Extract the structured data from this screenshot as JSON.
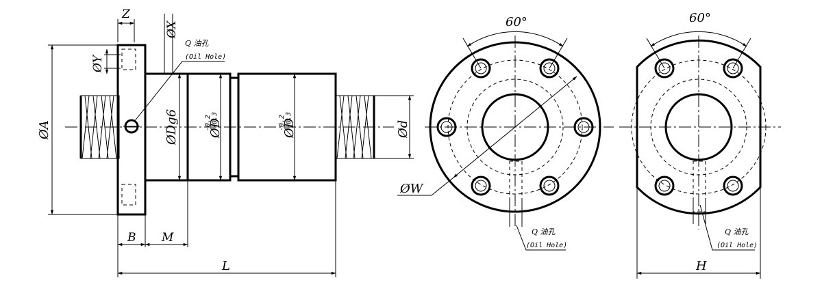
{
  "labels": {
    "z": "Z",
    "dia_x": "ØX",
    "dia_y": "ØY",
    "dia_a": "ØA",
    "dia_dg6": "ØDg6",
    "dia_d_flange": "ØD",
    "tol_upper": "-0.2",
    "tol_lower": "-0.3",
    "dia_d_nut": "ØD",
    "dia_d_shaft": "Ød",
    "dia_w": "ØW",
    "b": "B",
    "m": "M",
    "l": "L",
    "h": "H",
    "angle_60_left": "60°",
    "angle_60_right": "60°"
  },
  "oil_hole": {
    "cn": "Q 油孔",
    "en": "(Oil Hole)"
  },
  "colors": {
    "line": "#000000",
    "background": "#ffffff"
  }
}
